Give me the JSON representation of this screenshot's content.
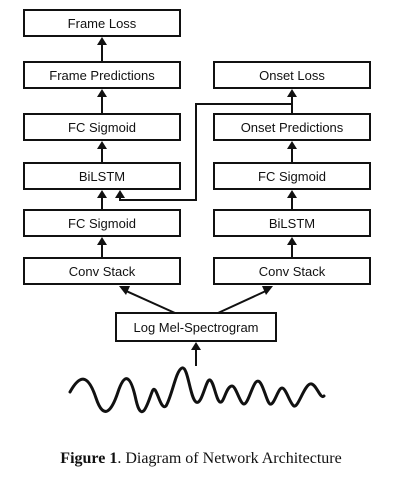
{
  "diagram": {
    "nodes": {
      "frame_loss": "Frame Loss",
      "frame_predictions": "Frame Predictions",
      "frame_fc_sigmoid_top": "FC Sigmoid",
      "frame_bilstm": "BiLSTM",
      "frame_fc_sigmoid_bottom": "FC Sigmoid",
      "frame_conv_stack": "Conv Stack",
      "onset_loss": "Onset Loss",
      "onset_predictions": "Onset Predictions",
      "onset_fc_sigmoid": "FC Sigmoid",
      "onset_bilstm": "BiLSTM",
      "onset_conv_stack": "Conv Stack",
      "log_mel_spectrogram": "Log Mel-Spectrogram"
    }
  },
  "caption": {
    "label": "Figure 1",
    "text": ". Diagram of Network Architecture"
  }
}
